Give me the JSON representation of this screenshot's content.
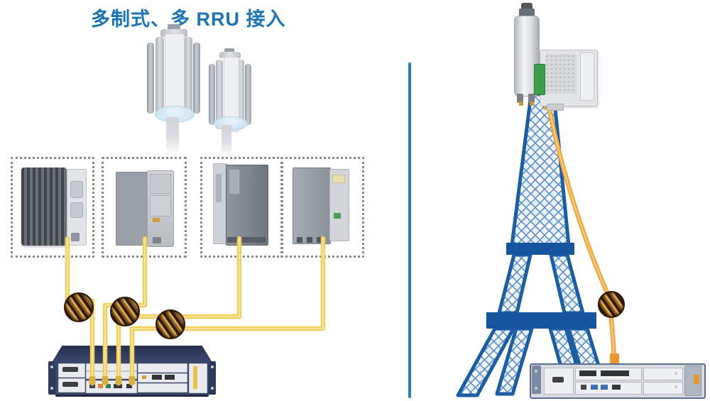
{
  "title": {
    "text": "多制式、多 RRU 接入"
  },
  "colors": {
    "title_blue": "#1b75b8",
    "divider_blue": "#2c7fb5",
    "fiber_yellow": "#f0d05c",
    "fiber_orange": "#f0a63f",
    "tower_blue": "#1c5ea6",
    "bbu_navy": "#3b4668",
    "coil_brown": "#331c06",
    "coil_gold": "#d8a94c"
  },
  "left_diagram": {
    "antenna_icons": [
      "panel-antenna-icon",
      "panel-antenna-icon"
    ],
    "rru_icons": [
      "rru-heatsink-icon",
      "rru-plate-icon",
      "rru-slim-icon",
      "rru-compact-icon"
    ],
    "fiber_coil_count": 3,
    "bbu_icon": "bbu-shelf-icon"
  },
  "right_diagram": {
    "antenna_icon": "omni-antenna-icon",
    "rru_icon": "rru-icon",
    "tower_icon": "lattice-tower-icon",
    "fiber_coil_count": 1,
    "bbu_icon": "bbu-shelf-icon"
  }
}
